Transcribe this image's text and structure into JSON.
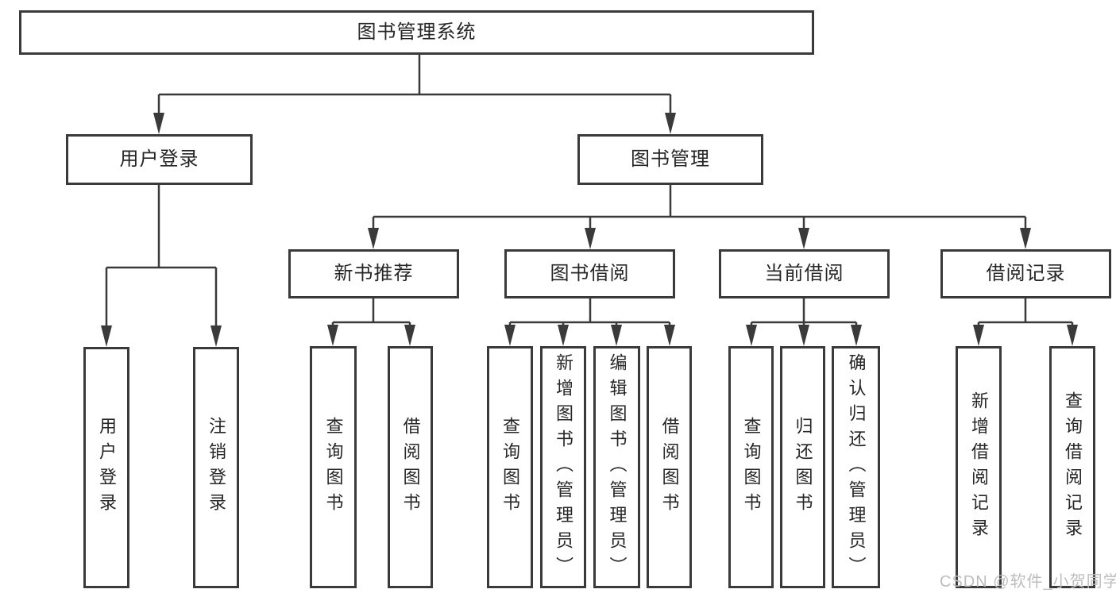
{
  "root": {
    "label": "图书管理系统"
  },
  "branches": {
    "user_login": {
      "label": "用户登录",
      "children": [
        {
          "label": "用户登录"
        },
        {
          "label": "注销登录"
        }
      ]
    },
    "book_management": {
      "label": "图书管理",
      "sections": [
        {
          "label": "新书推荐",
          "children": [
            {
              "label": "查询图书"
            },
            {
              "label": "借阅图书"
            }
          ]
        },
        {
          "label": "图书借阅",
          "children": [
            {
              "label": "查询图书"
            },
            {
              "label": "新增图书（管理员）"
            },
            {
              "label": "编辑图书（管理员）"
            },
            {
              "label": "借阅图书"
            }
          ]
        },
        {
          "label": "当前借阅",
          "children": [
            {
              "label": "查询图书"
            },
            {
              "label": "归还图书"
            },
            {
              "label": "确认归还（管理员）"
            }
          ]
        },
        {
          "label": "借阅记录",
          "children": [
            {
              "label": "新增借阅记录"
            },
            {
              "label": "查询借阅记录"
            }
          ]
        }
      ]
    }
  },
  "watermark": {
    "text": "CSDN @软件_小贺同学"
  },
  "colors": {
    "line": "#3a3a3a",
    "text": "#262626",
    "background": "#ffffff",
    "watermark": "#bdbdbd"
  }
}
